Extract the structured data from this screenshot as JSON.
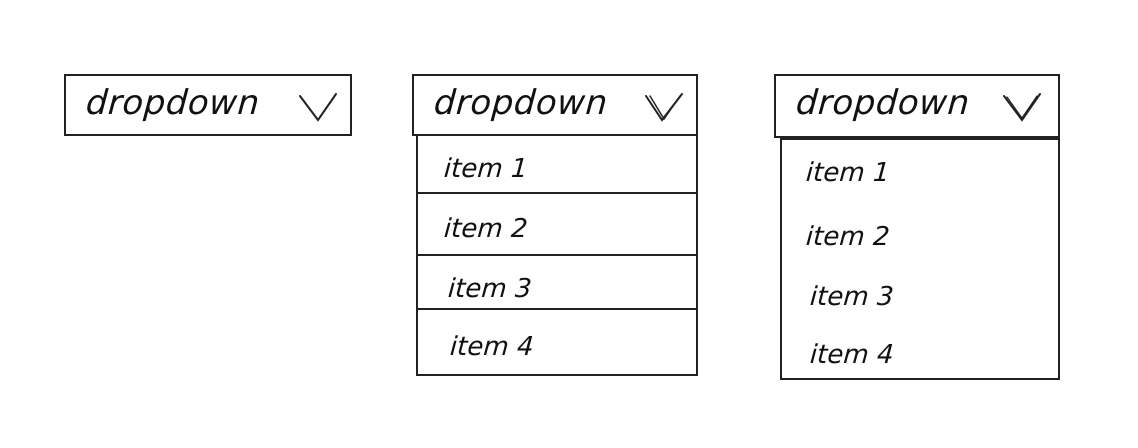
{
  "dropdowns": [
    {
      "label": "dropdown",
      "state": "collapsed"
    },
    {
      "label": "dropdown",
      "state": "expanded-with-dividers",
      "items": [
        "item 1",
        "item 2",
        "item 3",
        "item 4"
      ]
    },
    {
      "label": "dropdown",
      "state": "expanded-plain",
      "items": [
        "item 1",
        "item 2",
        "item 3",
        "item 4"
      ]
    }
  ],
  "icons": {
    "chevron": "chevron-down-icon"
  },
  "colors": {
    "stroke": "#222222",
    "background": "#ffffff"
  }
}
